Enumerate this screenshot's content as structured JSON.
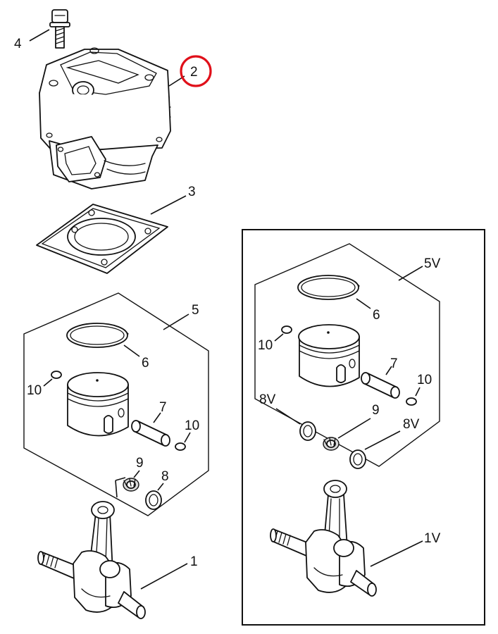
{
  "colors": {
    "ink": "#111111",
    "background": "#ffffff",
    "highlight": "#e0101a"
  },
  "highlighted_callout": "2",
  "callouts": {
    "c1": "1",
    "c1v": "1V",
    "c2": "2",
    "c3": "3",
    "c4": "4",
    "c5": "5",
    "c5v": "5V",
    "c6a": "6",
    "c6b": "6",
    "c7a": "7",
    "c7b": "7",
    "c8": "8",
    "c8va": "8V",
    "c8vb": "8V",
    "c9a": "9",
    "c9b": "9",
    "c10a": "10",
    "c10b": "10",
    "c10c": "10",
    "c10d": "10"
  }
}
